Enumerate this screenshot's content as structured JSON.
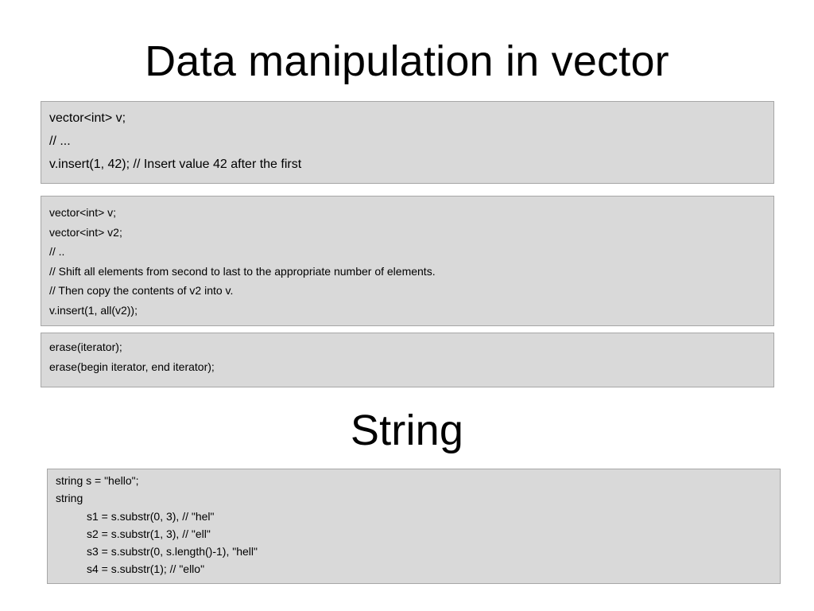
{
  "slide": {
    "title": "Data manipulation in vector",
    "box1": {
      "lines": [
        "vector<int> v;",
        "// ...",
        "v.insert(1, 42); // Insert value 42 after the first"
      ]
    },
    "box2": {
      "lines": [
        "vector<int> v;",
        "vector<int> v2;",
        "// ..",
        "// Shift all elements from second to last to the appropriate number of elements.",
        "// Then copy the contents of v2 into v.",
        "v.insert(1, all(v2));"
      ]
    },
    "box3": {
      "lines": [
        "erase(iterator);",
        "erase(begin iterator, end iterator);"
      ]
    },
    "section_title": "String",
    "box4": {
      "lines": [
        "string s = \"hello\";",
        "string",
        "s1 = s.substr(0, 3), // \"hel\"",
        "s2 = s.substr(1, 3), // \"ell\"",
        "s3 = s.substr(0, s.length()-1), \"hell\"",
        "s4 = s.substr(1); // \"ello\""
      ]
    }
  }
}
